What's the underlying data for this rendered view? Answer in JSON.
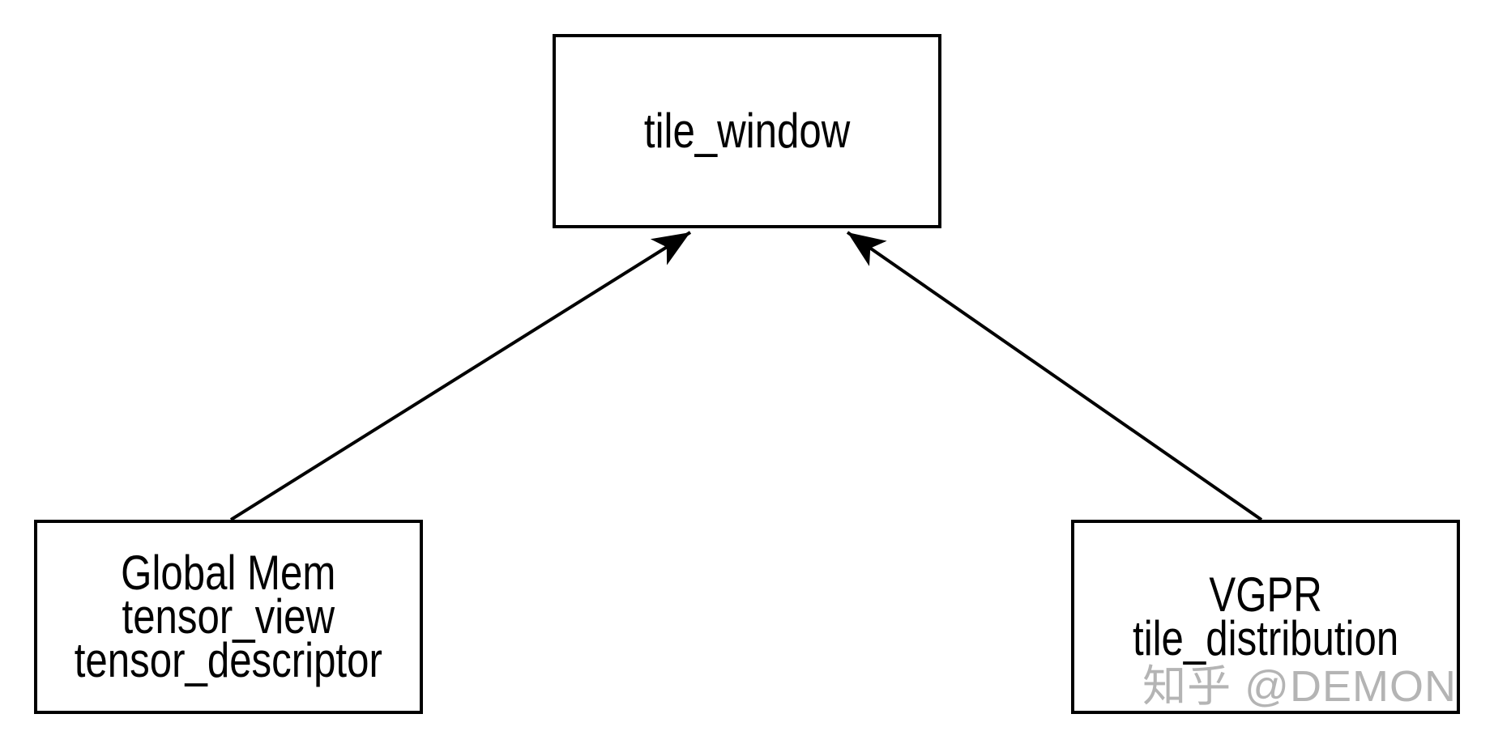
{
  "page": {
    "background": "#ffffff"
  },
  "diagram": {
    "type": "block-diagram",
    "stroke_color": "#000000",
    "text_color": "#000000",
    "nodes": {
      "tile_window": {
        "lines": [
          "tile_window"
        ]
      },
      "global_mem": {
        "lines": [
          "Global Mem",
          "tensor_view",
          "tensor_descriptor"
        ]
      },
      "vgpr": {
        "lines": [
          "VGPR",
          "tile_distribution"
        ]
      }
    },
    "edges": [
      {
        "from": "global_mem",
        "to": "tile_window",
        "style": "arrow"
      },
      {
        "from": "vgpr",
        "to": "tile_window",
        "style": "arrow"
      }
    ]
  },
  "watermark": {
    "text": "知乎 @DEMON",
    "color": "#b4b4b4"
  }
}
